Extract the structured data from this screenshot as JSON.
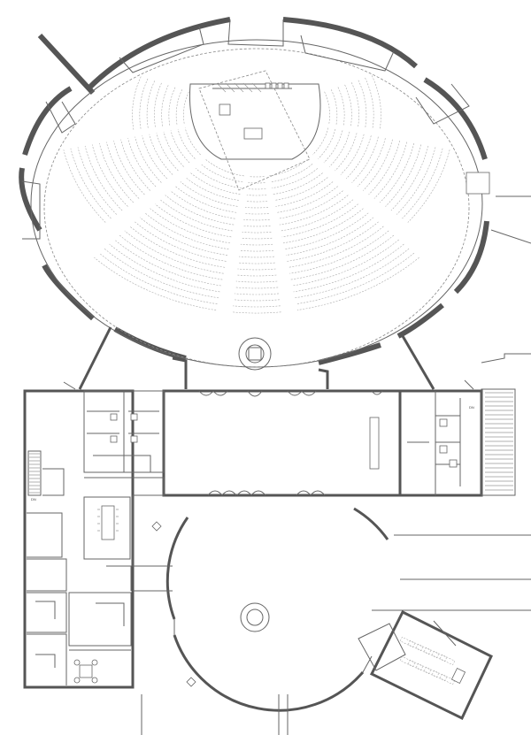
{
  "drawing": {
    "stair_label_right": "DN",
    "stair_label_left": "DN"
  },
  "colors": {
    "wall": "#555555",
    "line": "#666666",
    "pew": "#aaaaaa",
    "background": "#ffffff"
  },
  "sanctuary": {
    "seating_blocks": 8
  }
}
